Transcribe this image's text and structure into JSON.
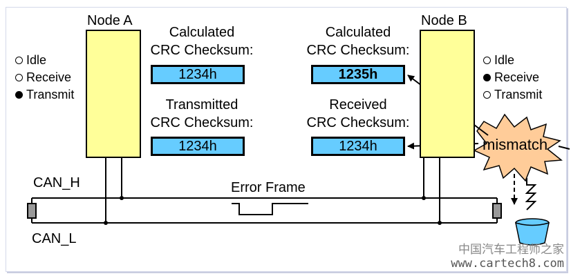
{
  "node_a": {
    "label": "Node A",
    "states": [
      {
        "label": "Idle",
        "active": false
      },
      {
        "label": "Receive",
        "active": false
      },
      {
        "label": "Transmit",
        "active": true
      }
    ],
    "calculated_heading_1": "Calculated",
    "calculated_heading_2": "CRC Checksum:",
    "calculated_value": "1234h",
    "transmitted_heading_1": "Transmitted",
    "transmitted_heading_2": "CRC Checksum:",
    "transmitted_value": "1234h"
  },
  "node_b": {
    "label": "Node B",
    "states": [
      {
        "label": "Idle",
        "active": false
      },
      {
        "label": "Receive",
        "active": true
      },
      {
        "label": "Transmit",
        "active": false
      }
    ],
    "calculated_heading_1": "Calculated",
    "calculated_heading_2": "CRC Checksum:",
    "calculated_value": "1235h",
    "received_heading_1": "Received",
    "received_heading_2": "CRC Checksum:",
    "received_value": "1234h"
  },
  "bus": {
    "can_h": "CAN_H",
    "can_l": "CAN_L",
    "error_frame": "Error Frame"
  },
  "mismatch": "mismatch",
  "watermark": {
    "cn": "中国汽车工程师之家",
    "prefix": "www.",
    "domain": "cartech8",
    "suffix": ".com"
  },
  "colors": {
    "node_fill": "#ffff99",
    "value_fill": "#66ccff",
    "burst_fill": "#ffcc99"
  }
}
